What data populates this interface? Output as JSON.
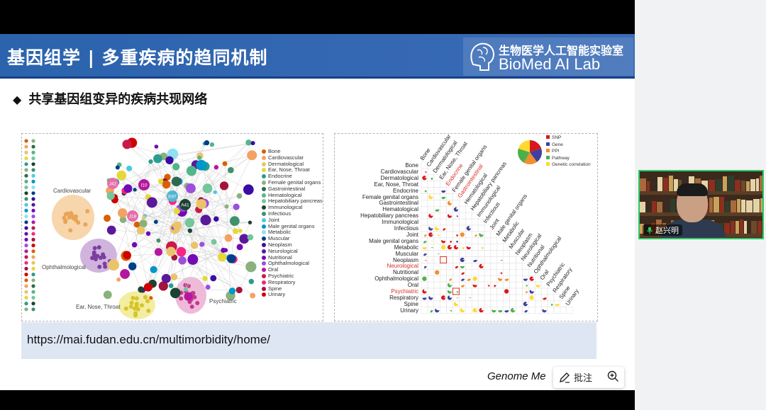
{
  "slide": {
    "title": "基因组学 | 多重疾病的趋同机制",
    "logo": {
      "cn": "生物医学人工智能实验室",
      "en": "BioMed AI Lab"
    },
    "subheading": "共享基因组变异的疾病共现网络",
    "url": "https://mai.fudan.edu.cn/multimorbidity/home/",
    "citation": "Genome Me"
  },
  "network": {
    "cluster_labels": [
      "Cardiovascular",
      "Ophthalmological",
      "Ear, Nose, Throat",
      "Psychiatric"
    ],
    "node_labels": [
      "J42",
      "I10",
      "E87",
      "J18",
      "A41"
    ],
    "legend": [
      {
        "label": "Bone",
        "color": "#d95f02"
      },
      {
        "label": "Cardiovascular",
        "color": "#f4a261"
      },
      {
        "label": "Dermatological",
        "color": "#e9c46a"
      },
      {
        "label": "Ear, Nose, Throat",
        "color": "#e6d83a"
      },
      {
        "label": "Endocrine",
        "color": "#2a9d8f"
      },
      {
        "label": "Female genital organs",
        "color": "#8ab17d"
      },
      {
        "label": "Gastrointestinal",
        "color": "#2d6a4f"
      },
      {
        "label": "Hematological",
        "color": "#52b788"
      },
      {
        "label": "Hepatobiliary pancreas",
        "color": "#74c69d"
      },
      {
        "label": "Immunological",
        "color": "#1b4332"
      },
      {
        "label": "Infectious",
        "color": "#40916c"
      },
      {
        "label": "Joint",
        "color": "#48cae4"
      },
      {
        "label": "Male genital organs",
        "color": "#0096c7"
      },
      {
        "label": "Metabolic",
        "color": "#90e0ef"
      },
      {
        "label": "Muscular",
        "color": "#023e8a"
      },
      {
        "label": "Neoplasm",
        "color": "#3a0ca3"
      },
      {
        "label": "Neurological",
        "color": "#5a189a"
      },
      {
        "label": "Nutritional",
        "color": "#7209b7"
      },
      {
        "label": "Ophthalmological",
        "color": "#9d4edd"
      },
      {
        "label": "Oral",
        "color": "#b5179e"
      },
      {
        "label": "Psychiatric",
        "color": "#c9184a"
      },
      {
        "label": "Respiratory",
        "color": "#f72585"
      },
      {
        "label": "Spine",
        "color": "#a4133c"
      },
      {
        "label": "Urinary",
        "color": "#d00000"
      }
    ]
  },
  "heatmap": {
    "rows": [
      "Bone",
      "Cardiovascular",
      "Dermatological",
      "Ear, Nose, Throat",
      "Endocrine",
      "Female genital organs",
      "Gastrointestinal",
      "Hematological",
      "Hepatobiliary pancreas",
      "Immunological",
      "Infectious",
      "Joint",
      "Male genital organs",
      "Metabolic",
      "Muscular",
      "Neoplasm",
      "Neurological",
      "Nutritional",
      "Ophthalmological",
      "Oral",
      "Psychiatric",
      "Respiratory",
      "Spine",
      "Urinary"
    ],
    "highlighted": [
      "Neurological",
      "Psychiatric",
      "Endocrine",
      "Gastrointestinal"
    ],
    "pie_legend": [
      {
        "label": "SNP",
        "color": "#d7191c"
      },
      {
        "label": "Gene",
        "color": "#3f3f9f"
      },
      {
        "label": "PPI",
        "color": "#f28e2b"
      },
      {
        "label": "Pathway",
        "color": "#4daf4a"
      },
      {
        "label": "Genetic correlation",
        "color": "#ffd92f"
      }
    ]
  },
  "toolbar": {
    "annotate_label": "批注"
  },
  "video": {
    "participant_name": "赵兴明"
  }
}
